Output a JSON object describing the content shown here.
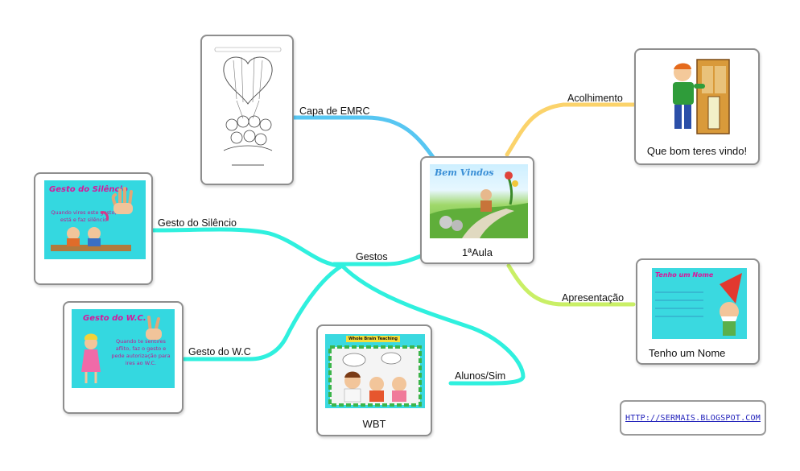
{
  "center": {
    "label": "1ªAula",
    "image_text": "Bem Vindos"
  },
  "branches": {
    "acolhimento": {
      "label": "Acolhimento",
      "card_caption": "Que bom teres vindo!",
      "color": "#fbd36b"
    },
    "apresentacao": {
      "label": "Apresentação",
      "card_caption": "Tenho um Nome",
      "image_title": "Tenho um Nome",
      "color": "#c9ef66"
    },
    "capa": {
      "label": "Capa de EMRC",
      "color": "#57c6f2"
    },
    "gestos": {
      "label": "Gestos",
      "color": "#2ff0de",
      "children": {
        "silencio": {
          "label": "Gesto do Silêncio",
          "image_title": "Gesto do Silêncio",
          "image_text": "Quando vires este gesto, está e faz silêncio"
        },
        "wc": {
          "label": "Gesto do W.C",
          "image_title": "Gesto do W.C.",
          "image_text": "Quando te sentires aflito, faz o gesto e pede autorização para ires ao W.C."
        }
      }
    },
    "alunos": {
      "label": "Alunos/Sim",
      "card_caption": "WBT",
      "image_title": "Whole Brain Teaching"
    }
  },
  "footer_link": {
    "text": "HTTP://SERMAIS.BLOGSPOT.COM"
  }
}
